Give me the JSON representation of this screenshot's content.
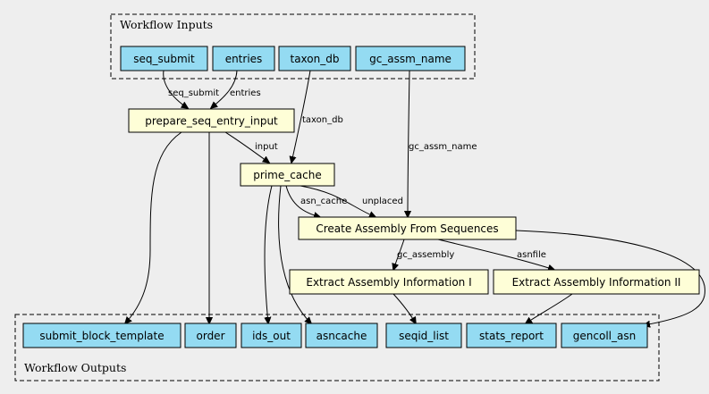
{
  "colors": {
    "background": "#eeeeee",
    "io_node_fill": "#94dbf2",
    "task_node_fill": "#fefed7",
    "stroke": "#000000"
  },
  "clusters": {
    "inputs": {
      "label": "Workflow Inputs"
    },
    "outputs": {
      "label": "Workflow Outputs"
    }
  },
  "nodes": {
    "seq_submit": {
      "label": "seq_submit",
      "kind": "input"
    },
    "entries": {
      "label": "entries",
      "kind": "input"
    },
    "taxon_db": {
      "label": "taxon_db",
      "kind": "input"
    },
    "gc_assm_name": {
      "label": "gc_assm_name",
      "kind": "input"
    },
    "prepare_seq_entry_input": {
      "label": "prepare_seq_entry_input",
      "kind": "task"
    },
    "prime_cache": {
      "label": "prime_cache",
      "kind": "task"
    },
    "create_assembly": {
      "label": "Create Assembly From Sequences",
      "kind": "task"
    },
    "extract_info_1": {
      "label": "Extract Assembly Information I",
      "kind": "task"
    },
    "extract_info_2": {
      "label": "Extract Assembly Information II",
      "kind": "task"
    },
    "submit_block_template": {
      "label": "submit_block_template",
      "kind": "output"
    },
    "order": {
      "label": "order",
      "kind": "output"
    },
    "ids_out": {
      "label": "ids_out",
      "kind": "output"
    },
    "asncache": {
      "label": "asncache",
      "kind": "output"
    },
    "seqid_list": {
      "label": "seqid_list",
      "kind": "output"
    },
    "stats_report": {
      "label": "stats_report",
      "kind": "output"
    },
    "gencoll_asn": {
      "label": "gencoll_asn",
      "kind": "output"
    }
  },
  "edge_labels": {
    "seq_submit": "seq_submit",
    "entries": "entries",
    "taxon_db": "taxon_db",
    "input": "input",
    "gc_assm_name": "gc_assm_name",
    "asn_cache": "asn_cache",
    "unplaced": "unplaced",
    "gc_assembly": "gc_assembly",
    "asnfile": "asnfile"
  }
}
